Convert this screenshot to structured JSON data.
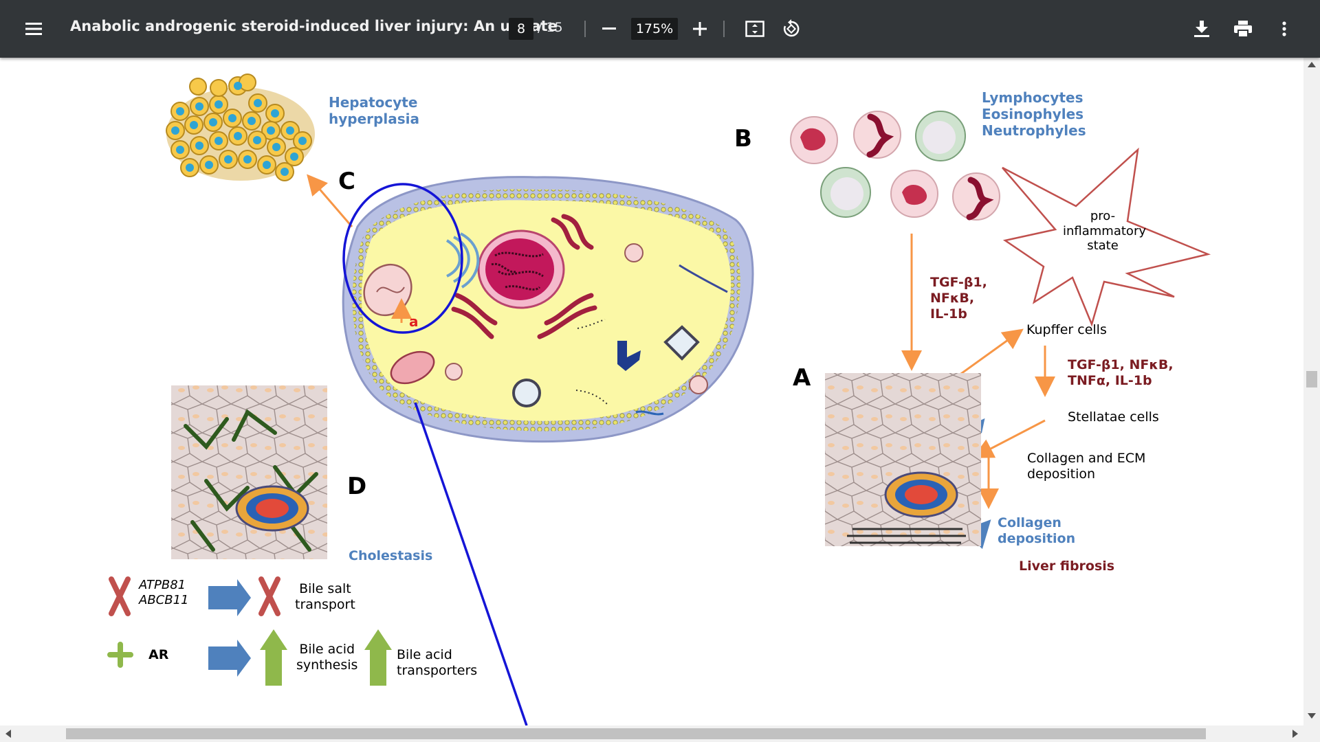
{
  "toolbar": {
    "document_title": "Anabolic androgenic steroid-induced liver injury: An update",
    "current_page": "8",
    "page_total": "/ 15",
    "zoom": "175%"
  },
  "figure": {
    "hepatocyte_label": "Hepatocyte\nhyperplasia",
    "leukocyte_label": "Lymphocytes\nEosinophyles\nNeutrophyles",
    "letter_b": "B",
    "letter_c": "C",
    "letter_a": "A",
    "letter_d": "D",
    "letter_small_a": "a",
    "proinflammatory": "pro-\ninflammatory\nstate",
    "tgf1": "TGF-β1,\nNFκB,\nIL-1b",
    "kupffer": "Kupffer cells",
    "tgf2": "TGF-β1, NFκB,\nTNFα, IL-1b",
    "stellatae": "Stellatae cells",
    "collagen_ecm": "Collagen and ECM\ndeposition",
    "collagen_dep": "Collagen\ndeposition",
    "liver_fibrosis": "Liver fibrosis",
    "cholestasis": "Cholestasis",
    "genes": "ATPB81\nABCB11",
    "bile_salt": "Bile salt\ntransport",
    "ar": "AR",
    "bile_acid_synth": "Bile acid\nsynthesis",
    "bile_acid_trans": "Bile acid\ntransporters"
  },
  "colors": {
    "toolbar": "#323639",
    "label_blue": "#4f81bd",
    "label_dark_red": "#7b1c22",
    "arrow_orange": "#f79646",
    "cell_yellow": "#fbf8a6",
    "circle_blue": "#1515d6"
  }
}
